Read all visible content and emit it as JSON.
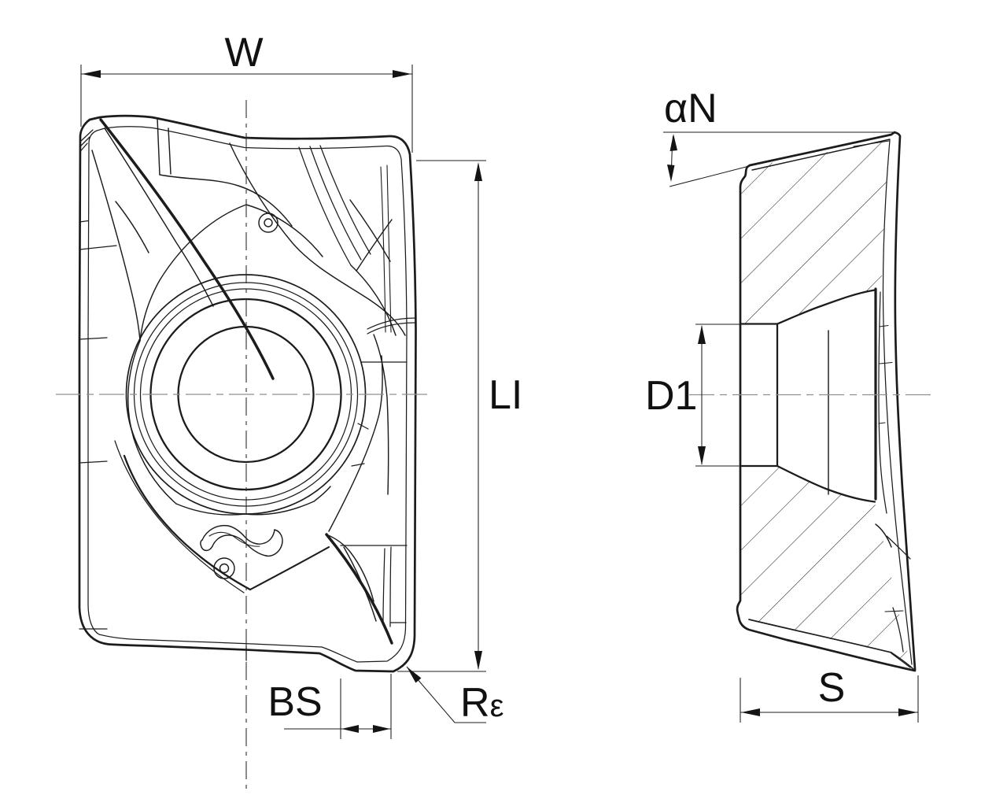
{
  "drawing": {
    "background_color": "#ffffff",
    "line_color": "#1c1c1c",
    "centerline_color": "#8f8f8f",
    "text_color": "#111111",
    "views": [
      "plan-view",
      "side-section-view"
    ]
  },
  "labels": {
    "w": "W",
    "li": "LI",
    "bs": "BS",
    "r_corner_main": "R",
    "r_corner_sub": "ε",
    "alpha_n": "αN",
    "d1": "D1",
    "s": "S"
  }
}
